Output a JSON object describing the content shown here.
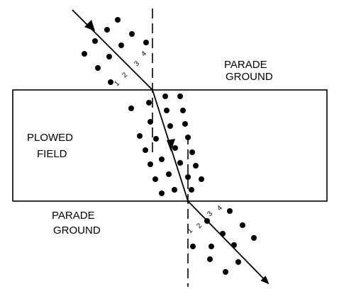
{
  "labels": {
    "parade_top_1": "PARADE",
    "parade_top_2": "GROUND",
    "plowed_1": "PLOWED",
    "plowed_2": "FIELD",
    "parade_bottom_1": "PARADE",
    "parade_bottom_2": "GROUND"
  },
  "rank_numbers": {
    "top": [
      "1",
      "2",
      "3",
      "4"
    ],
    "bottom": [
      "1",
      "2",
      "3",
      "4"
    ]
  },
  "colors": {
    "ink": "#000000",
    "background": "#ffffff"
  }
}
